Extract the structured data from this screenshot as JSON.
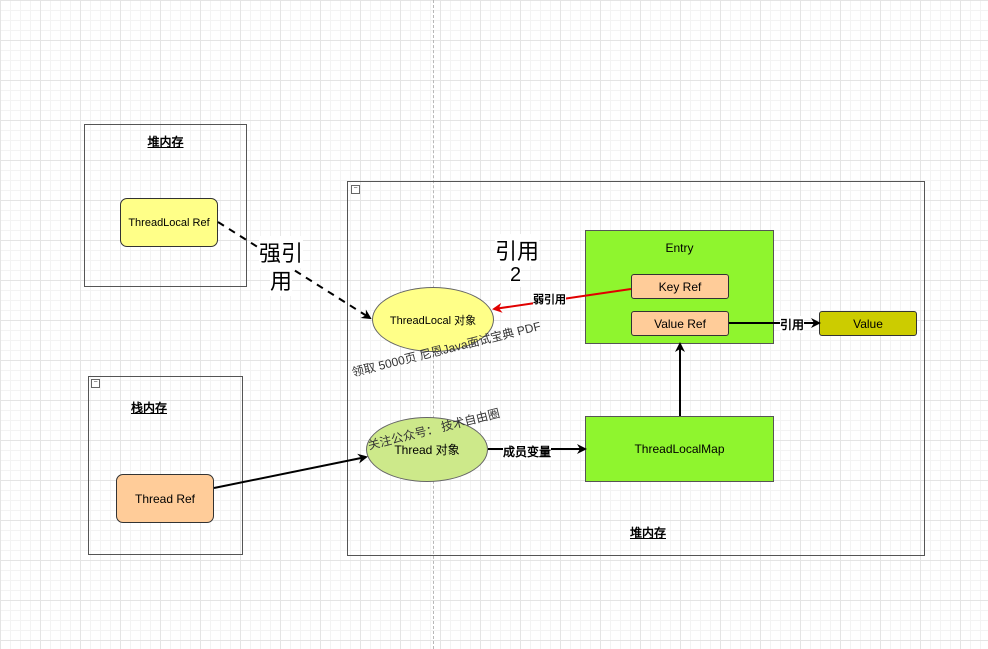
{
  "colors": {
    "yellow_light": "#ffff88",
    "orange_box": "#ffcc99",
    "green_box": "#8ff52e",
    "green_ellipse": "#cde98a",
    "value_box": "#cccc00",
    "weak_arrow": "#e00000"
  },
  "stack_container_top": {
    "title": "堆内存"
  },
  "threadlocal_ref": {
    "label": "ThreadLocal Ref"
  },
  "stack_container": {
    "title": "栈内存"
  },
  "thread_ref": {
    "label": "Thread Ref"
  },
  "heap_container": {
    "title": "堆内存"
  },
  "threadlocal_obj": {
    "label": "ThreadLocal 对象"
  },
  "thread_obj": {
    "label": "Thread 对象"
  },
  "entry": {
    "title": "Entry",
    "key_ref": "Key Ref",
    "value_ref": "Value Ref"
  },
  "threadlocalmap": {
    "label": "ThreadLocalMap"
  },
  "value_box": {
    "label": "Value"
  },
  "edges": {
    "strong_ref_1": "强引",
    "strong_ref_2": "用",
    "ref2_1": "引用",
    "ref2_2": "2",
    "weak_ref": "弱引用",
    "member_var": "成员变量",
    "ref": "引用"
  },
  "watermarks": {
    "line1": "领取 5000页 尼恩Java面试宝典 PDF",
    "line2": "关注公众号： 技术自由圈"
  }
}
